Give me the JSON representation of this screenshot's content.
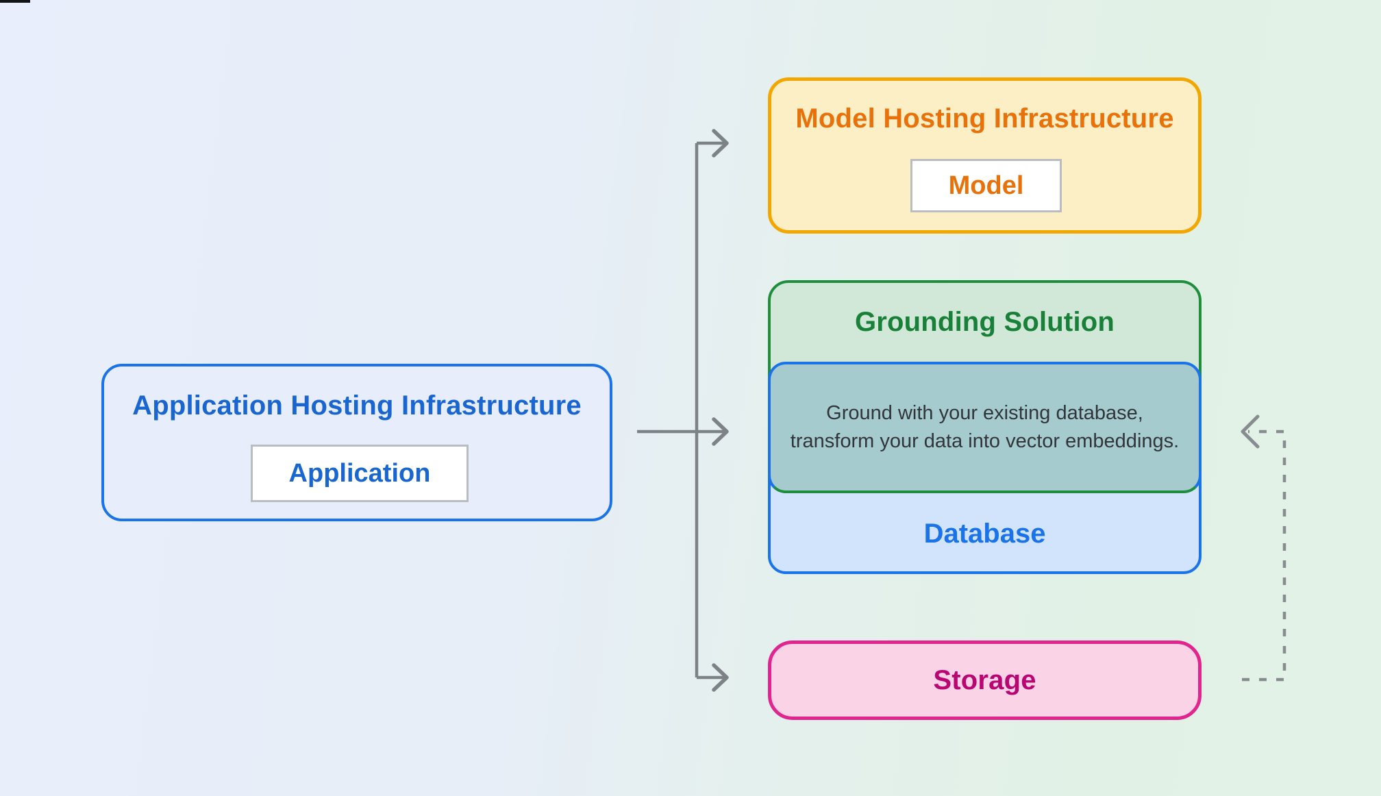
{
  "application_box": {
    "title": "Application Hosting Infrastructure",
    "chip_label": "Application",
    "title_color": "#1a66d0",
    "border_color": "#1a73e8",
    "background": "#e7edfb"
  },
  "model_box": {
    "title": "Model Hosting Infrastructure",
    "chip_label": "Model",
    "title_color": "#e8710a",
    "border_color": "#f2a600",
    "background": "#fcefc5"
  },
  "grounding_box": {
    "title": "Grounding Solution",
    "title_color": "#188038",
    "border_color": "#1e8e3e",
    "background": "#d1e7d7",
    "note": "Ground with your existing database, transform your data into vector embeddings.",
    "note_text_color": "#30353a",
    "note_background": "#a6cbcf",
    "note_border_color": "#1a73e8"
  },
  "database_box": {
    "label": "Database",
    "label_color": "#1a73e8",
    "border_color": "#1a73e8",
    "background": "#d2e3fc"
  },
  "storage_box": {
    "label": "Storage",
    "label_color": "#b80672",
    "border_color": "#e0258f",
    "background": "#fad3e7"
  },
  "connectors": {
    "solid_color": "#7d8286",
    "dashed_color": "#888c90"
  }
}
